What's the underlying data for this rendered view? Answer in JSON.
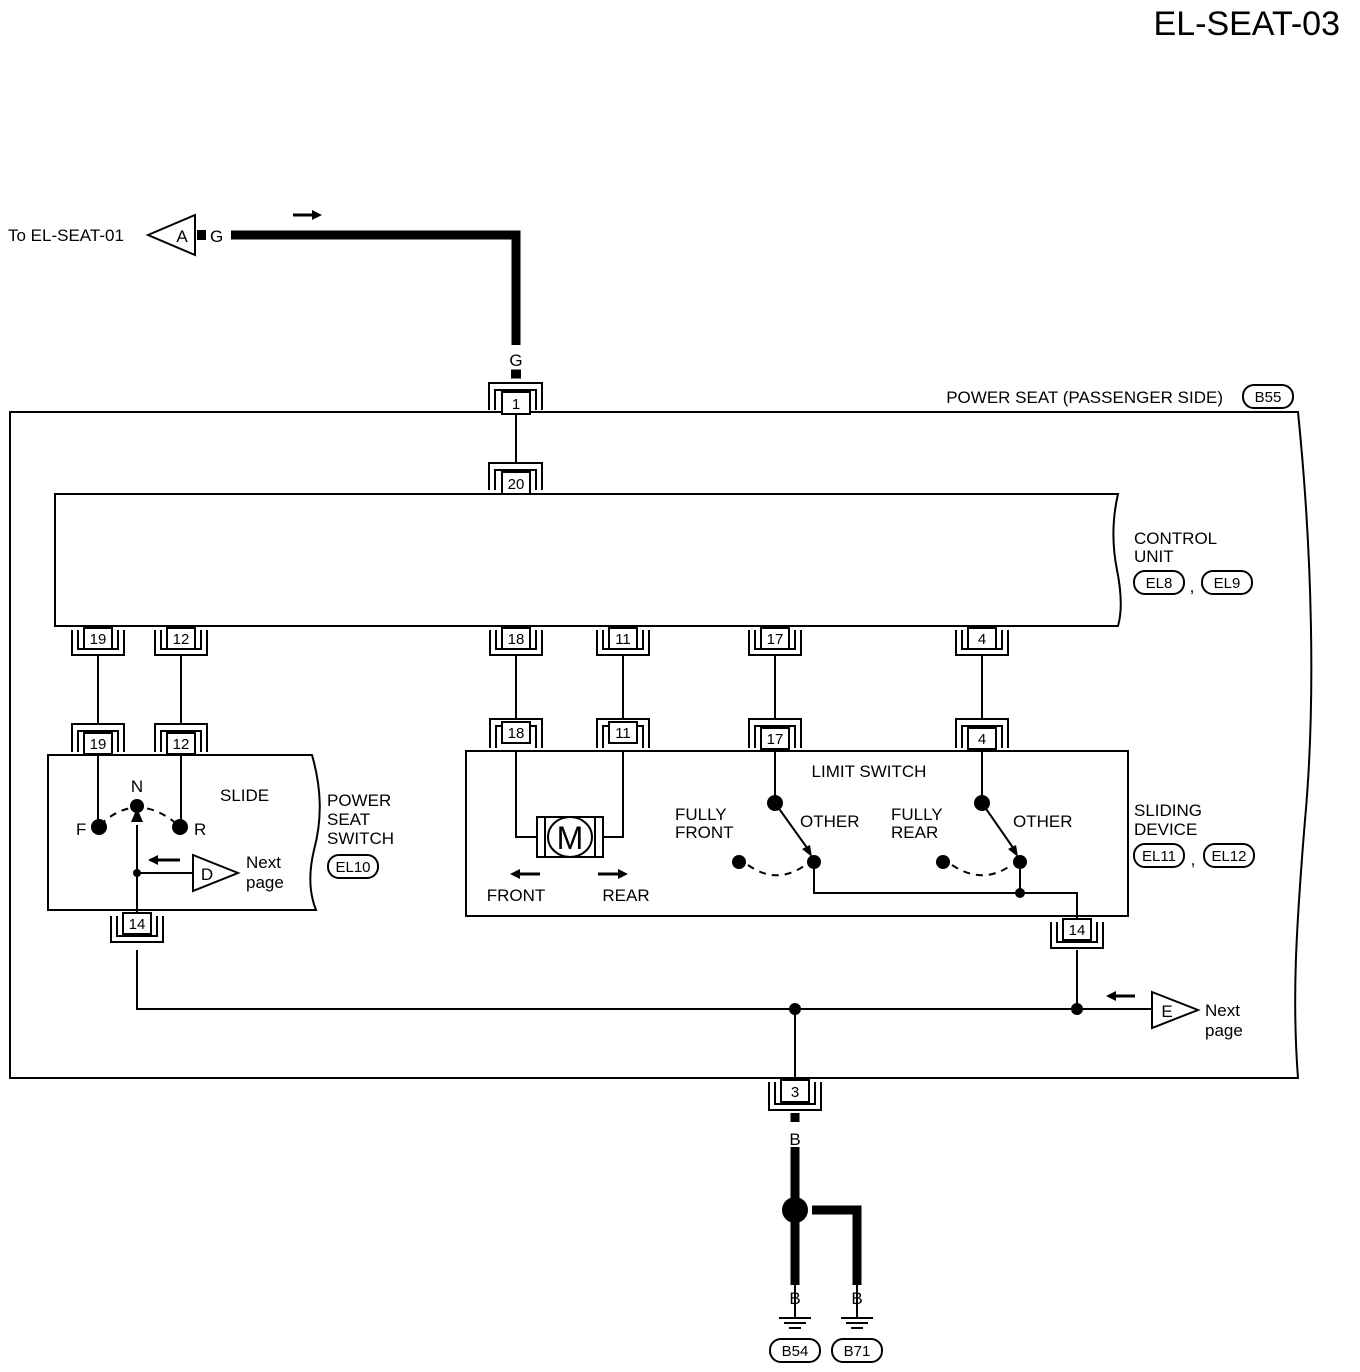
{
  "page_title": "EL-SEAT-03",
  "to_page": "To EL-SEAT-01",
  "connectors": {
    "a": "A",
    "d": "D",
    "e": "E"
  },
  "wire_colors": {
    "g": "G",
    "b": "B"
  },
  "power_seat": {
    "label": "POWER SEAT (PASSENGER SIDE)",
    "ref": "B55"
  },
  "control_unit": {
    "label_1": "CONTROL",
    "label_2": "UNIT",
    "ref_1": "EL8",
    "ref_2": "EL9",
    "sep": ","
  },
  "power_seat_switch": {
    "label_1": "POWER",
    "label_2": "SEAT",
    "label_3": "SWITCH",
    "ref": "EL10",
    "slide": "SLIDE",
    "n": "N",
    "f": "F",
    "r": "R"
  },
  "sliding_device": {
    "label_1": "SLIDING",
    "label_2": "DEVICE",
    "ref_1": "EL11",
    "ref_2": "EL12",
    "sep": ","
  },
  "limit_switch": {
    "label": "LIMIT SWITCH",
    "fully": "FULLY",
    "front": "FRONT",
    "rear": "REAR",
    "other": "OTHER"
  },
  "motor": {
    "symbol": "M",
    "front": "FRONT",
    "rear": "REAR"
  },
  "next_page": {
    "line_1": "Next",
    "line_2": "page"
  },
  "pins": {
    "p1": "1",
    "p20": "20",
    "p19": "19",
    "p12": "12",
    "p18": "18",
    "p11": "11",
    "p17": "17",
    "p4": "4",
    "p14": "14",
    "p3": "3"
  },
  "grounds": {
    "b54": "B54",
    "b71": "B71"
  }
}
